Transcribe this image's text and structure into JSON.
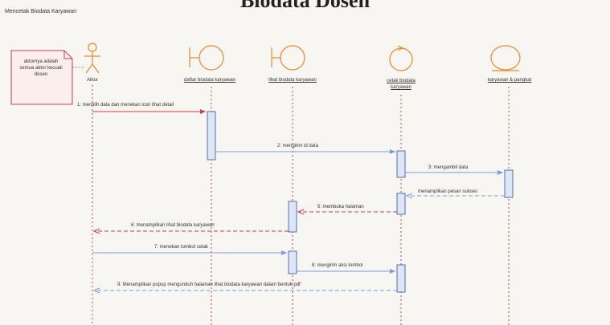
{
  "title": "Biodata Dosen",
  "frame_label": "Mencetak Biodata Karyawan",
  "note": "aktornya adalah semua aktor kecuali dosen",
  "lifelines": [
    {
      "id": "aktor",
      "label": "Aktor",
      "type": "actor"
    },
    {
      "id": "daftar",
      "label": "daftar biodata karyawan",
      "type": "boundary"
    },
    {
      "id": "lihat",
      "label": "lihat biodata karyawan",
      "type": "boundary"
    },
    {
      "id": "cetak",
      "label": "cetak biodata karyawan",
      "type": "control"
    },
    {
      "id": "entity",
      "label": "karyawan & pangkat",
      "type": "entity"
    }
  ],
  "messages": [
    {
      "text": "1: memilih data dan menekan icon lihat detail",
      "from": "aktor",
      "to": "daftar",
      "kind": "call"
    },
    {
      "text": "2: mengirim id data",
      "from": "daftar",
      "to": "cetak",
      "kind": "call"
    },
    {
      "text": "3: mengambil data",
      "from": "cetak",
      "to": "entity",
      "kind": "call"
    },
    {
      "text": "menampilkan pesan sukses",
      "from": "entity",
      "to": "cetak",
      "kind": "return"
    },
    {
      "text": "5: membuka halaman",
      "from": "cetak",
      "to": "lihat",
      "kind": "return"
    },
    {
      "text": "6: menampilkan lihat biodata karyawan",
      "from": "lihat",
      "to": "aktor",
      "kind": "return"
    },
    {
      "text": "7: menekan tombol cetak",
      "from": "aktor",
      "to": "lihat",
      "kind": "call"
    },
    {
      "text": "8: mengirim aksi tombol",
      "from": "lihat",
      "to": "cetak",
      "kind": "call"
    },
    {
      "text": "9: Menampilkan popup mengunduh halaman lihat biodata karyawan dalam bentuk pdf",
      "from": "cetak",
      "to": "aktor",
      "kind": "return"
    }
  ],
  "colors": {
    "lifeline": "#b0382f",
    "call_arrow": "#7d9be0",
    "return_arrow": "#c8404a",
    "activation_fill": "#dde6f7",
    "activation_stroke": "#4a5f9f",
    "symbol": "#e88a2a",
    "note_border": "#c8404a"
  }
}
